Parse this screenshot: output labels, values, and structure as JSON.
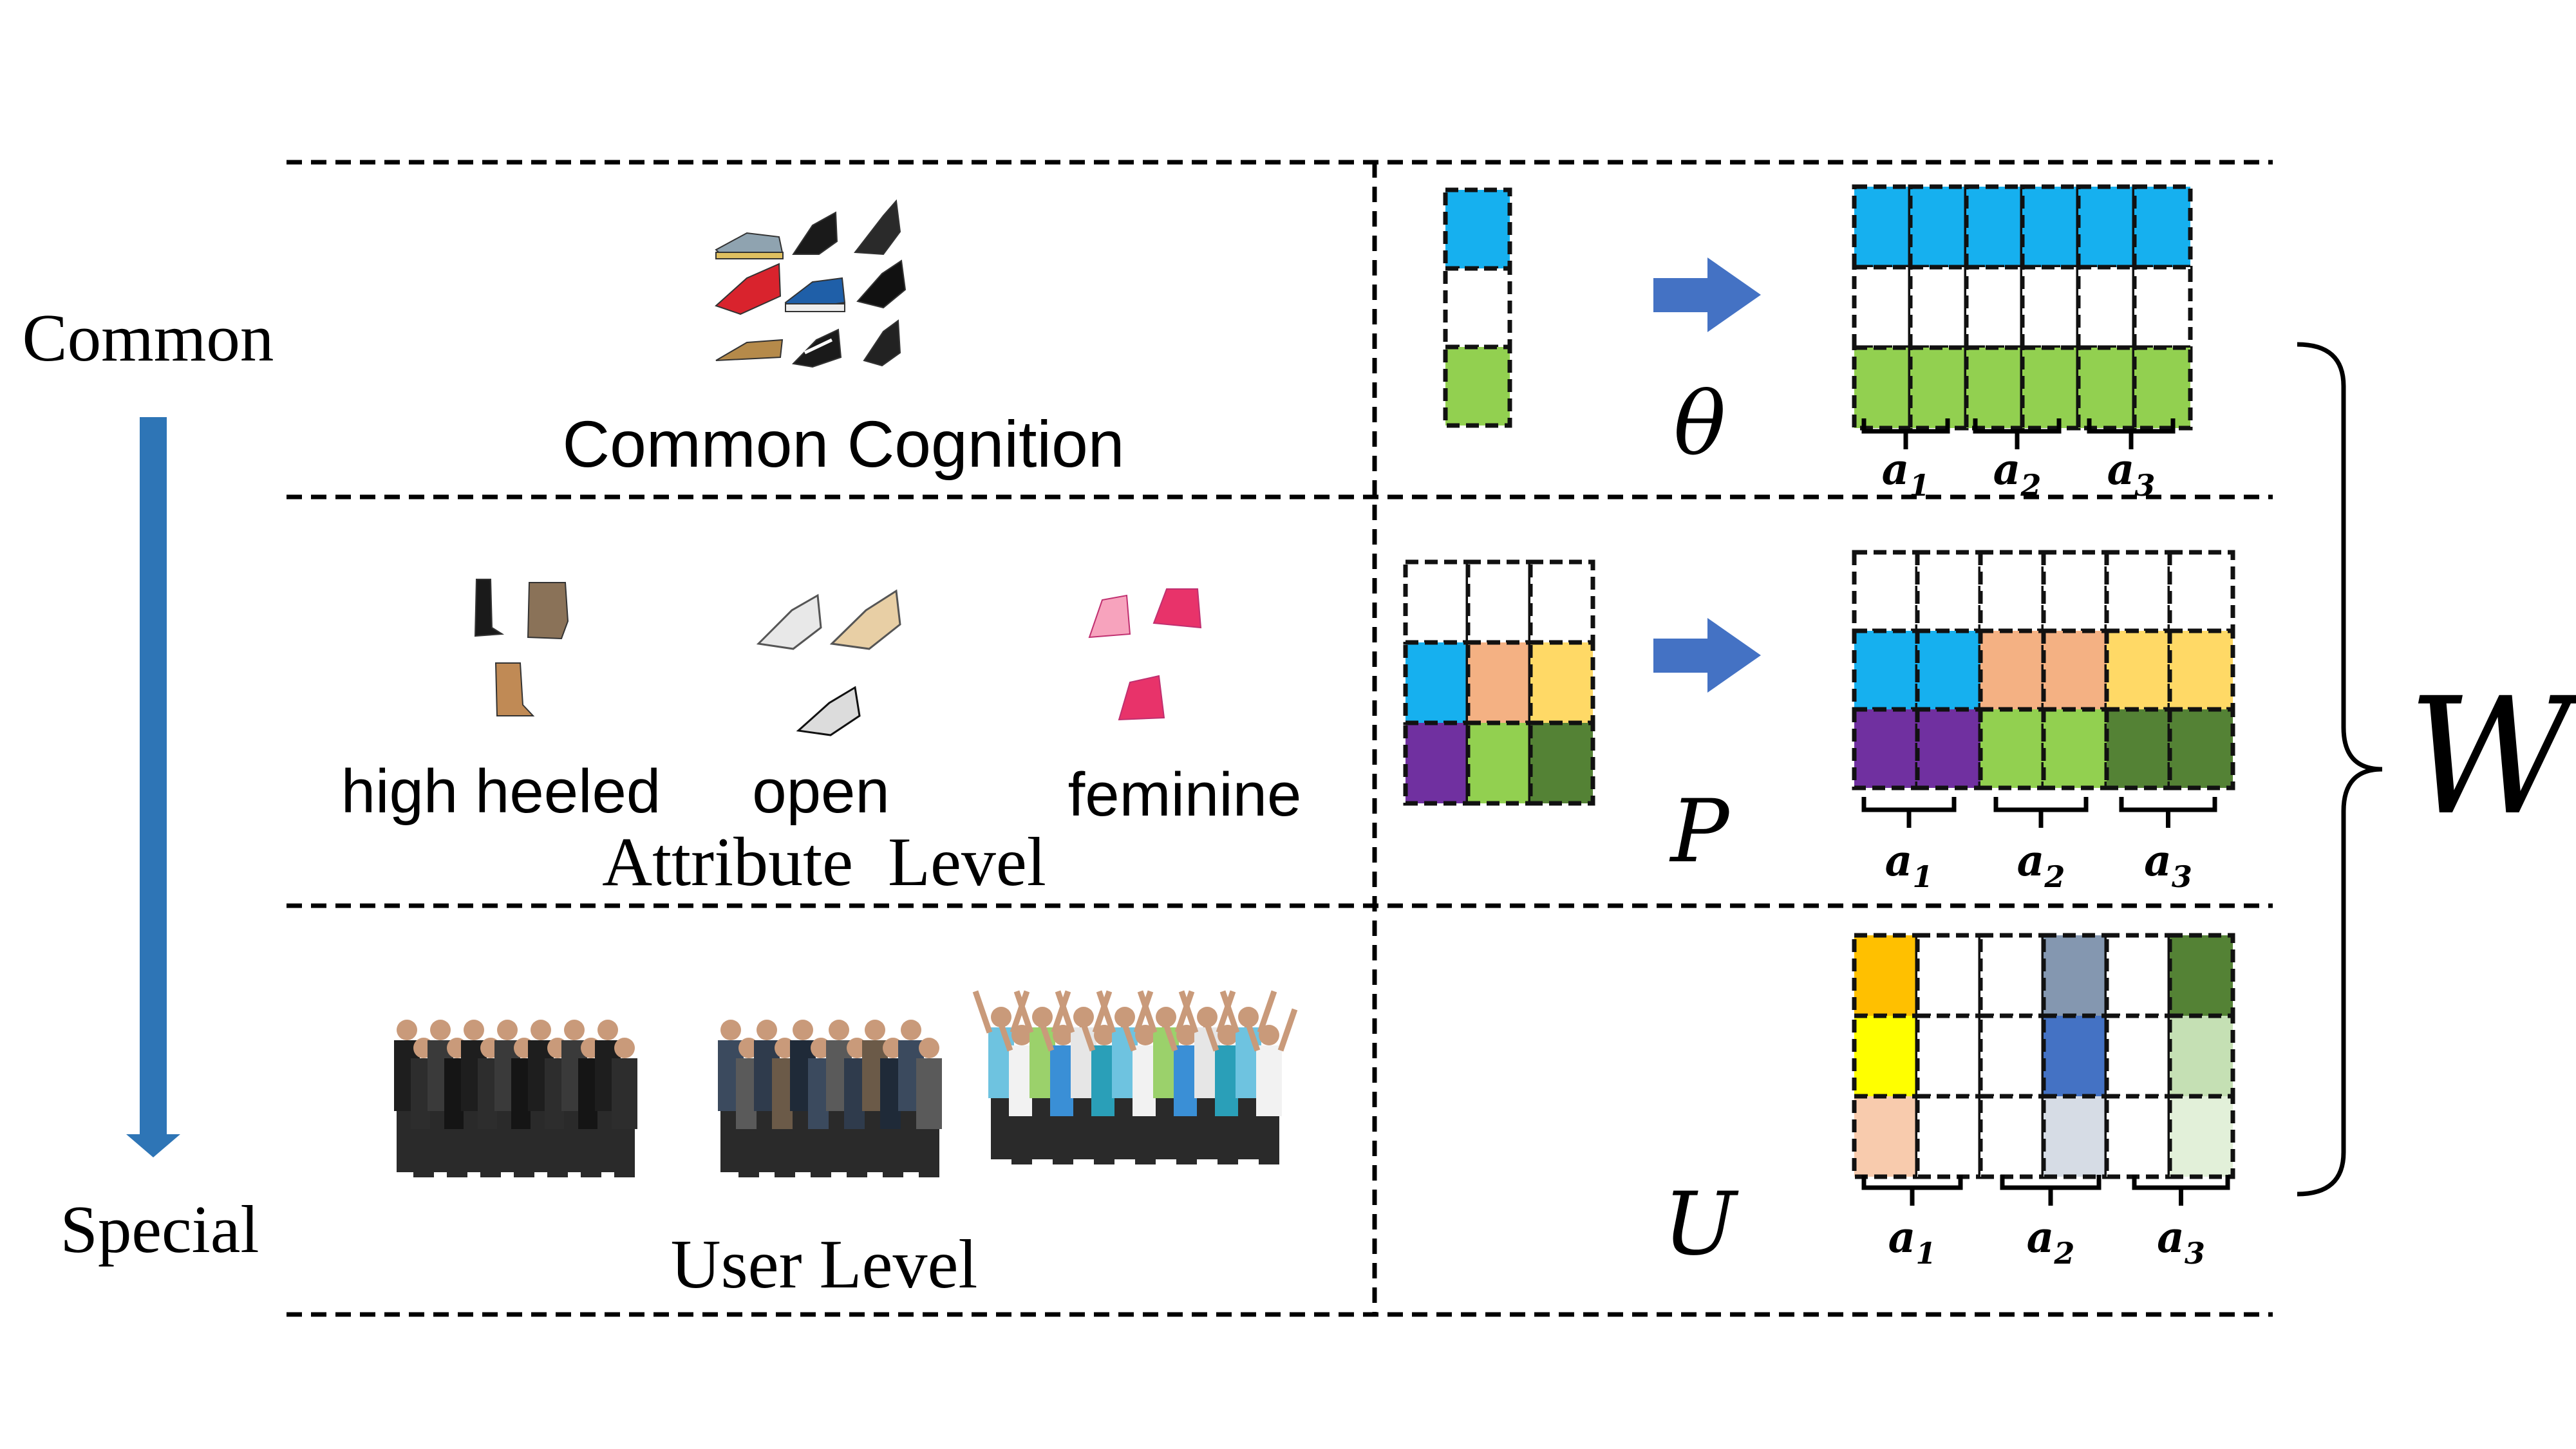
{
  "axis": {
    "top_label": "Common",
    "bottom_label": "Special",
    "arrow_color": "#2e75b6"
  },
  "levels": {
    "common": {
      "label": "Common Cognition",
      "symbol": "θ",
      "images": [
        "shoes-collage"
      ]
    },
    "attribute": {
      "label": "Attribute  Level",
      "groups": [
        {
          "label": "high heeled",
          "image": "high-heeled-shoes"
        },
        {
          "label": "open",
          "image": "open-sandals"
        },
        {
          "label": "feminine",
          "image": "pink-feminine-boots"
        }
      ],
      "symbol": "P"
    },
    "user": {
      "label": "User Level",
      "images": [
        "business-people-group",
        "office-people-group",
        "cheering-people-group"
      ],
      "symbol": "U"
    }
  },
  "attribute_labels": [
    {
      "base": "a",
      "sub": "1"
    },
    {
      "base": "a",
      "sub": "2"
    },
    {
      "base": "a",
      "sub": "3"
    }
  ],
  "result_label": "W",
  "colors": {
    "blue": "#16b0ef",
    "green": "#92d050",
    "orange": "#f4b183",
    "yellow": "#ffd966",
    "purple": "#7030a0",
    "dark_green": "#548235",
    "gold": "#ffc000",
    "bright_yellow": "#ffff00",
    "peach": "#f8cbad",
    "slate": "#8497b0",
    "royal_blue": "#4472c4",
    "pale_slate": "#d6dce5",
    "pale_green": "#c5e0b4",
    "very_pale_green": "#e2f0d9",
    "arrow_fill": "#4472c4"
  },
  "matrices": {
    "theta_vector": [
      "blue",
      "white",
      "green"
    ],
    "theta_matrix": [
      [
        "blue",
        "blue",
        "blue",
        "blue",
        "blue",
        "blue"
      ],
      [
        "white",
        "white",
        "white",
        "white",
        "white",
        "white"
      ],
      [
        "green",
        "green",
        "green",
        "green",
        "green",
        "green"
      ]
    ],
    "p_small": [
      [
        "white",
        "white",
        "white"
      ],
      [
        "blue",
        "orange",
        "yellow"
      ],
      [
        "purple",
        "green",
        "dark_green"
      ]
    ],
    "p_matrix": [
      [
        "white",
        "white",
        "white",
        "white",
        "white",
        "white"
      ],
      [
        "blue",
        "blue",
        "orange",
        "orange",
        "yellow",
        "yellow"
      ],
      [
        "purple",
        "purple",
        "green",
        "green",
        "dark_green",
        "dark_green"
      ]
    ],
    "u_matrix": [
      [
        "gold",
        "white",
        "white",
        "slate",
        "white",
        "dark_green"
      ],
      [
        "bright_yellow",
        "white",
        "white",
        "royal_blue",
        "white",
        "pale_green"
      ],
      [
        "peach",
        "white",
        "white",
        "pale_slate",
        "white",
        "very_pale_green"
      ]
    ]
  }
}
